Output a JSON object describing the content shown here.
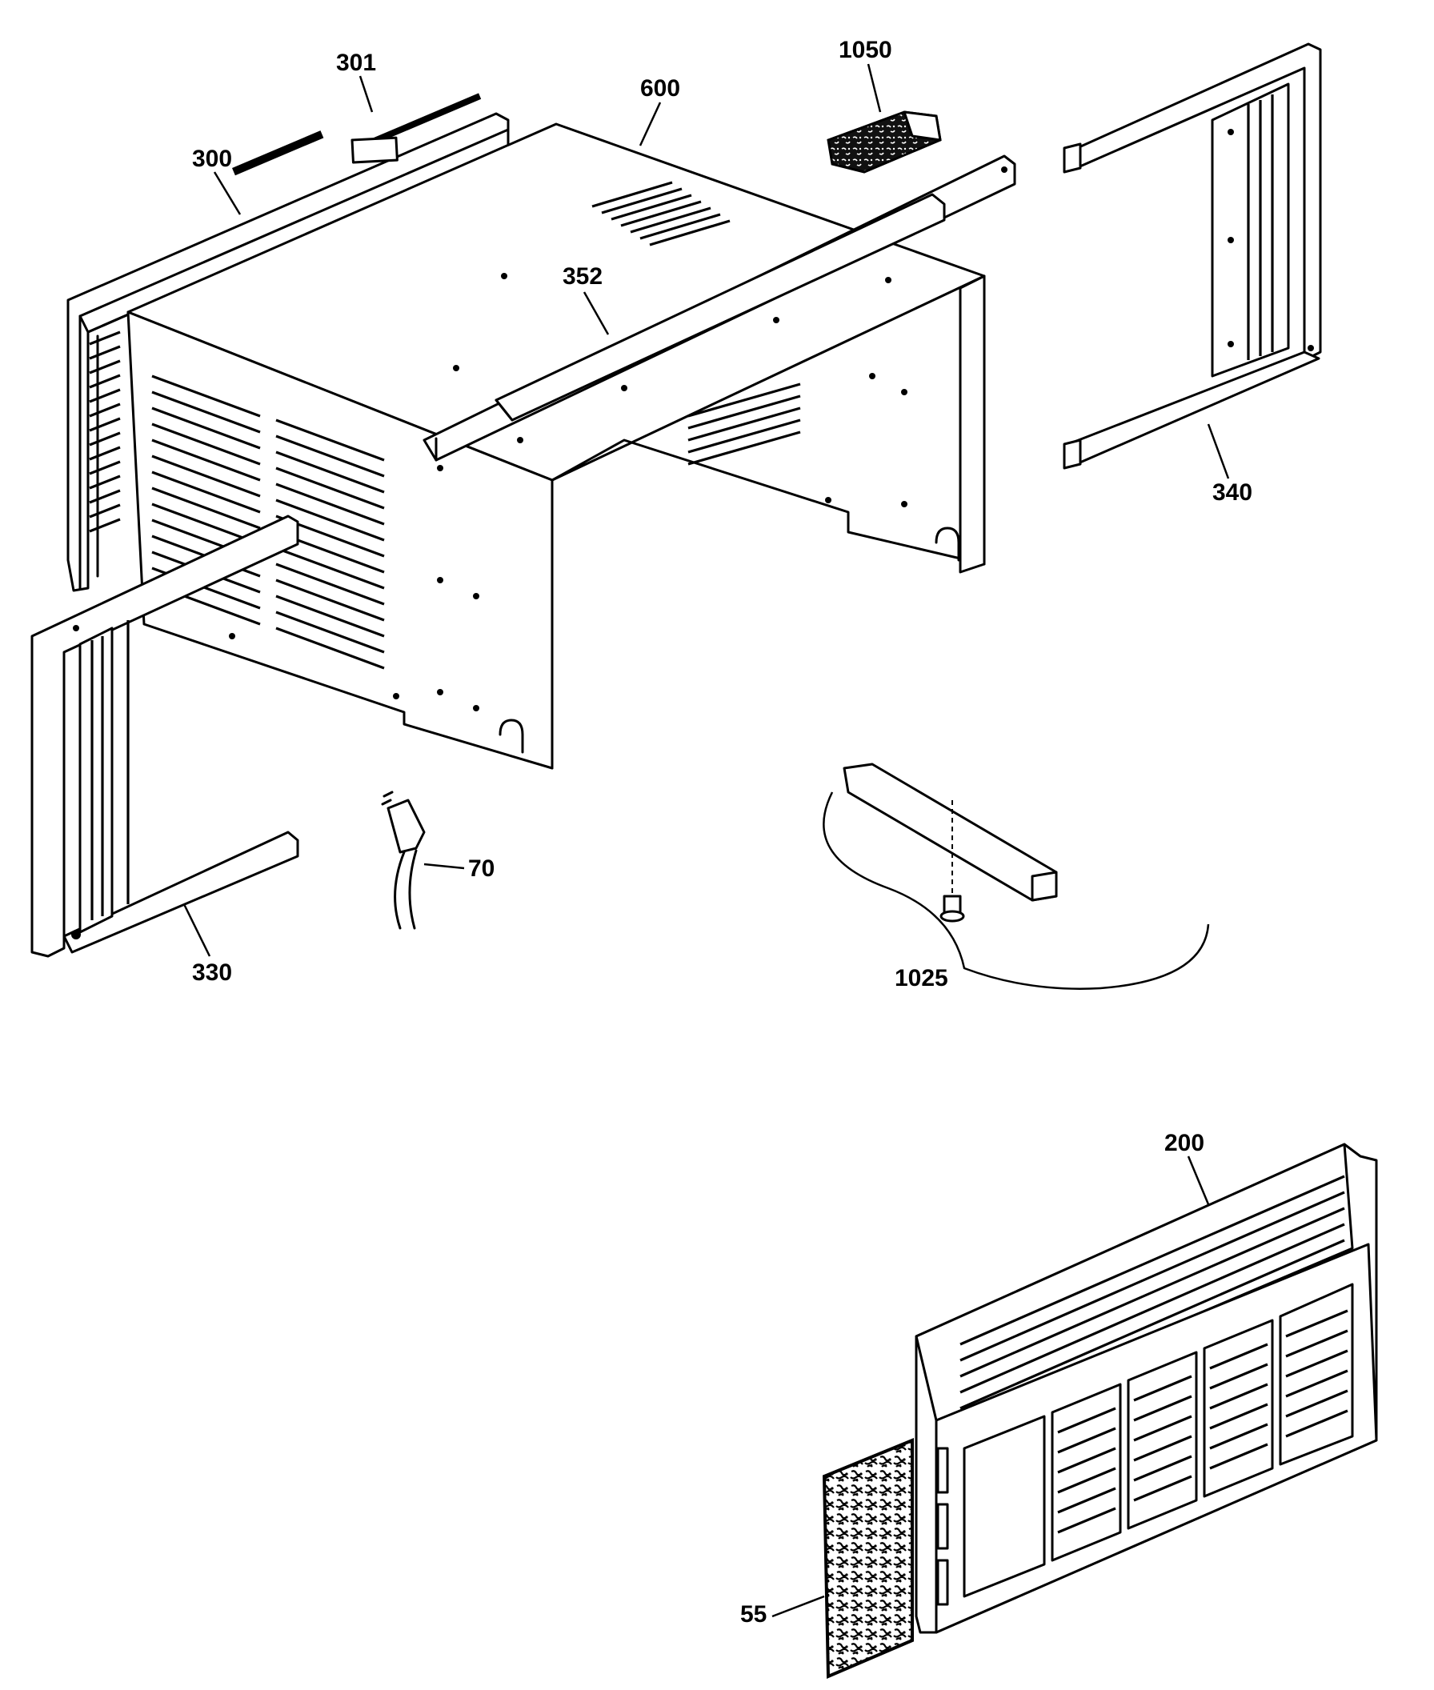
{
  "labels": {
    "p301": "301",
    "p300": "300",
    "p600": "600",
    "p1050": "1050",
    "p352": "352",
    "p340": "340",
    "p330": "330",
    "p70": "70",
    "p1025": "1025",
    "p200": "200",
    "p55": "55"
  }
}
